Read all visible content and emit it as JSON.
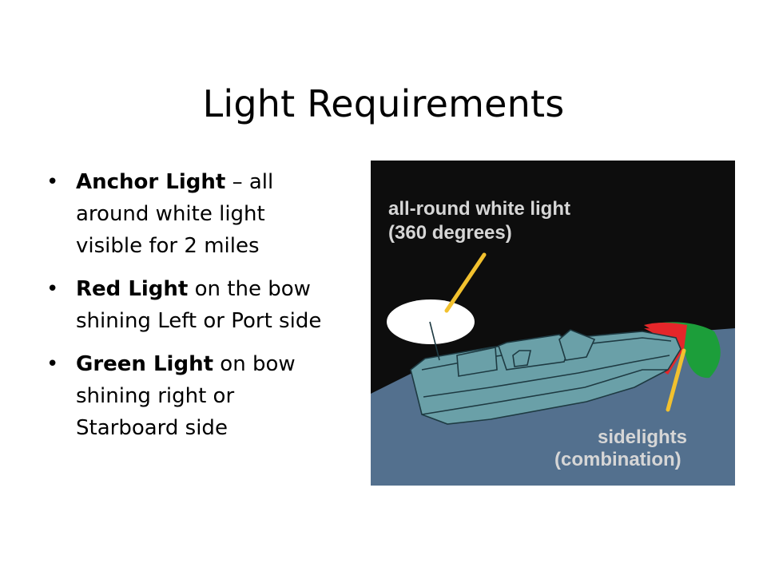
{
  "slide": {
    "title": "Light Requirements"
  },
  "bullets": [
    {
      "term": "Anchor Light",
      "rest_lines": [
        " – all",
        "around white light",
        "visible for 2 miles"
      ]
    },
    {
      "term": "Red Light",
      "rest_lines": [
        " on the bow",
        "shining Left or Port side"
      ]
    },
    {
      "term": "Green Light",
      "rest_lines": [
        " on bow",
        "shining right or",
        "Starboard side"
      ]
    }
  ],
  "figure": {
    "label_top": [
      "all-round white light",
      "(360 degrees)"
    ],
    "label_bottom": [
      "sidelights",
      "(combination)"
    ],
    "colors": {
      "sky": "#0d0d0d",
      "water": "#53708e",
      "hull": "#6aa0a8",
      "white_light": "#ffffff",
      "red_light": "#e5262a",
      "green_light": "#1c9e3a",
      "pointer": "#f2c12e",
      "label_text": "#d6d6d6"
    }
  }
}
